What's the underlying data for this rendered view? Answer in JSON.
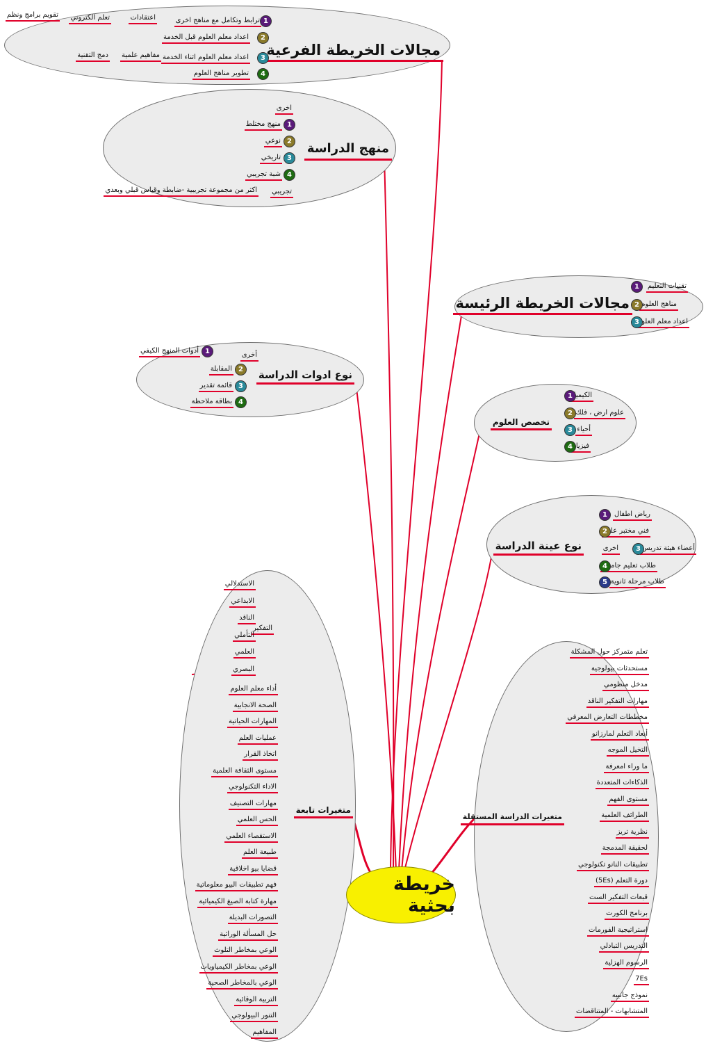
{
  "center": "خريطة بحثية",
  "sub_map": {
    "title": "مجالات الخريطة الفرعية",
    "items": [
      "ترابط وتكامل مع مناهج اخرى",
      "اعداد معلم العلوم قبل الخدمة",
      "اعداد معلم العلوم اثناء الخدمة",
      "تطوير مناهج العلوم"
    ],
    "chain1": [
      "اعتقادات",
      "تعلم الكتروني",
      "تقويم برامج ونظم"
    ],
    "chain3": [
      "مفاهيم علمية",
      "دمج التقنية"
    ]
  },
  "method": {
    "title": "منهج الدراسة",
    "items": [
      "اخرى",
      "منهج مختلط",
      "نوعي",
      "تاريخي",
      "شبة تجريبي",
      "تجريبي"
    ],
    "sub": "اكثر من مجموعة تجريبية -ضابطة  وقياس قبلي وبعدي"
  },
  "main_map": {
    "title": "مجالات الخريطة الرئيسة",
    "items": [
      "تقنيات التعليم",
      "مناهج العلوم",
      "اعداد معلم العلوم"
    ]
  },
  "tools": {
    "title": "نوع ادوات الدراسة",
    "items": [
      "أخرى",
      "أدوات المنهج الكيفي",
      "المقابلة",
      "قائمة تقدير",
      "بطاقة ملاحظة"
    ]
  },
  "science": {
    "title": "تخصص العلوم",
    "items": [
      "الكيمياء",
      "علوم ارض ، فلك",
      "أحياء",
      "فيزياء"
    ]
  },
  "sample": {
    "title": "نوع عينة الدراسة",
    "items": [
      "رياض اطفال",
      "فني مختبر علوم",
      "اخرى",
      "أعضاء هيئة تدريس",
      "طلاب تعليم جامعي",
      "طلاب مرحلة ثانوية"
    ]
  },
  "dependent": {
    "title": "متغيرات تابعة",
    "thinking": "التفكير",
    "thinking_items": [
      "الاستدلالي",
      "الابداعي",
      "الناقد",
      "التأملي",
      "العلمي",
      "البصري"
    ],
    "items": [
      "أداء معلم العلوم",
      "الصحة الانجابية",
      "المهارات الحياتية",
      "عمليات العلم",
      "اتخاذ القرار",
      "مستوى الثقافة العلمية",
      "الاداء التكنولوجي",
      "مهارات التصنيف",
      "الحس العلمي",
      "الاستقصاء العلمي",
      "طبيعة العلم",
      "قضايا بيو اخلاقية",
      "فهم تطبيقات البيو معلوماتية",
      "مهارة كتابة الصيغ الكيميائية",
      "التصورات البديلة",
      "حل المسألة الوراثية",
      "الوعي بمخاطر التلوث",
      "الوعي بمخاطر الكيمياويات",
      "الوعي بالمخاطر الصحية",
      "التربية الوقائية",
      "التنور البيولوجي",
      "المفاهيم"
    ]
  },
  "independent": {
    "title": "متغيرات الدراسة المستقلة",
    "items": [
      "تعلم متمركز حول المشكلة",
      "مستحدثات بيولوجية",
      "مدخل منظومي",
      "مهارات التفكير الناقد",
      "مخططات التعارض المعرفي",
      "أبعاد التعلم لمارزانو",
      "التخيل الموجه",
      "ما وراء امعرفة",
      "الذكاءات المتعددة",
      "مستوى الفهم",
      "الطرائف العلمية",
      "نظرية تريز",
      "لحقيقة المدمجة",
      "تطبيقات النانو تكنولوجي",
      "دورة التعلم (5Es)",
      "قبعات التفكير الست",
      "برنامج الكورت",
      "استراتيجية الفورمات",
      "التدريس التبادلي",
      "الرسوم الهزلية",
      "7Es",
      "نموذج جانييه",
      "المتشابهات - المتناقضات"
    ]
  },
  "colors": {
    "branch": "#e0002a",
    "cloud": "#ececec",
    "center": "#f8f000"
  }
}
